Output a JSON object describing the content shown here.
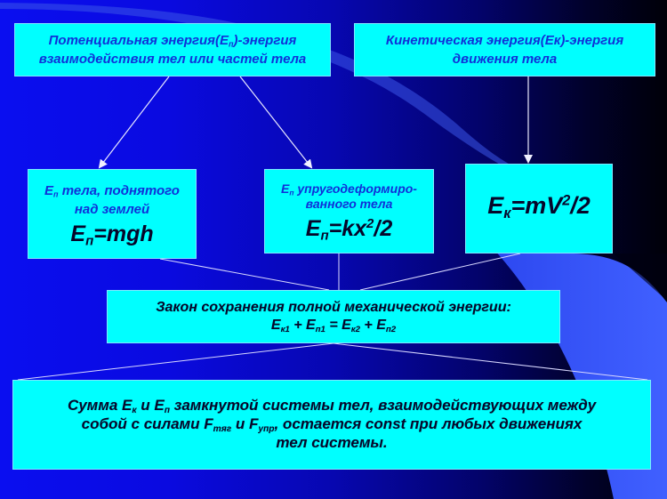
{
  "colors": {
    "box_fill": "#00ffff",
    "heading_text": "#1030d8",
    "formula_text": "#06062a",
    "connector": "#e0e0ff",
    "background_left": "#0a0ef0",
    "background_right": "#000008",
    "accent_shape": "#3c5cf0"
  },
  "potential_box": {
    "line1_prefix": "Потенциальная энергия(E",
    "line1_sub": "п",
    "line1_suffix": ")-энергия",
    "line2": "взаимодействия тел или частей тела"
  },
  "kinetic_box": {
    "line1": "Кинетическая энергия(Ек)-энергия",
    "line2": "движения тела"
  },
  "lifted_box": {
    "label_E": "E",
    "label_sub": "п",
    "label_rest": " тела, поднятого",
    "line2": "над землей",
    "formula_E": "E",
    "formula_sub": "п",
    "formula_rest": "=mgh"
  },
  "elastic_box": {
    "label_E": "E",
    "label_sub": "п",
    "label_rest": " упругодеформиро-",
    "line2": "ванного тела",
    "formula_E": "E",
    "formula_sub": "п",
    "formula_mid": "=kx",
    "formula_sup": "2",
    "formula_end": "/2"
  },
  "kinetic_formula_box": {
    "formula_E": "E",
    "formula_sub": "к",
    "formula_mid": "=mV",
    "formula_sup": "2",
    "formula_end": "/2"
  },
  "law_box": {
    "title": "Закон сохранения полной механической энергии:",
    "eq": [
      {
        "E": "E",
        "sub": "к1",
        "op": " + "
      },
      {
        "E": "E",
        "sub": "п1",
        "op": " = "
      },
      {
        "E": "E",
        "sub": "к2",
        "op": " + "
      },
      {
        "E": "E",
        "sub": "п2",
        "op": ""
      }
    ]
  },
  "sum_box": {
    "l1_a": "Сумма E",
    "l1_sub1": "к",
    "l1_b": " и E",
    "l1_sub2": "п",
    "l1_c": " замкнутой системы тел, взаимодействующих между",
    "l2_a": "собой с силами F",
    "l2_sub1": "тяг",
    "l2_b": " и F",
    "l2_sub2": "упр",
    "l2_c": ", остается const при любых движениях",
    "l3": "тел системы."
  }
}
